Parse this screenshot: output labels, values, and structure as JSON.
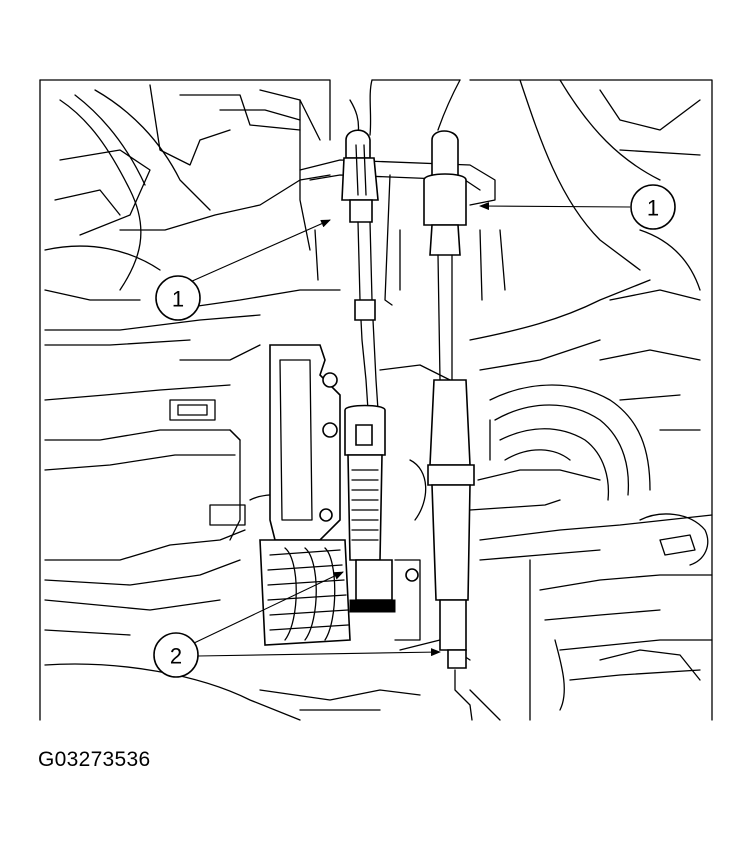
{
  "figure_id": "G03273536",
  "callouts": [
    {
      "label": "1"
    },
    {
      "label": "1"
    },
    {
      "label": "2"
    }
  ]
}
